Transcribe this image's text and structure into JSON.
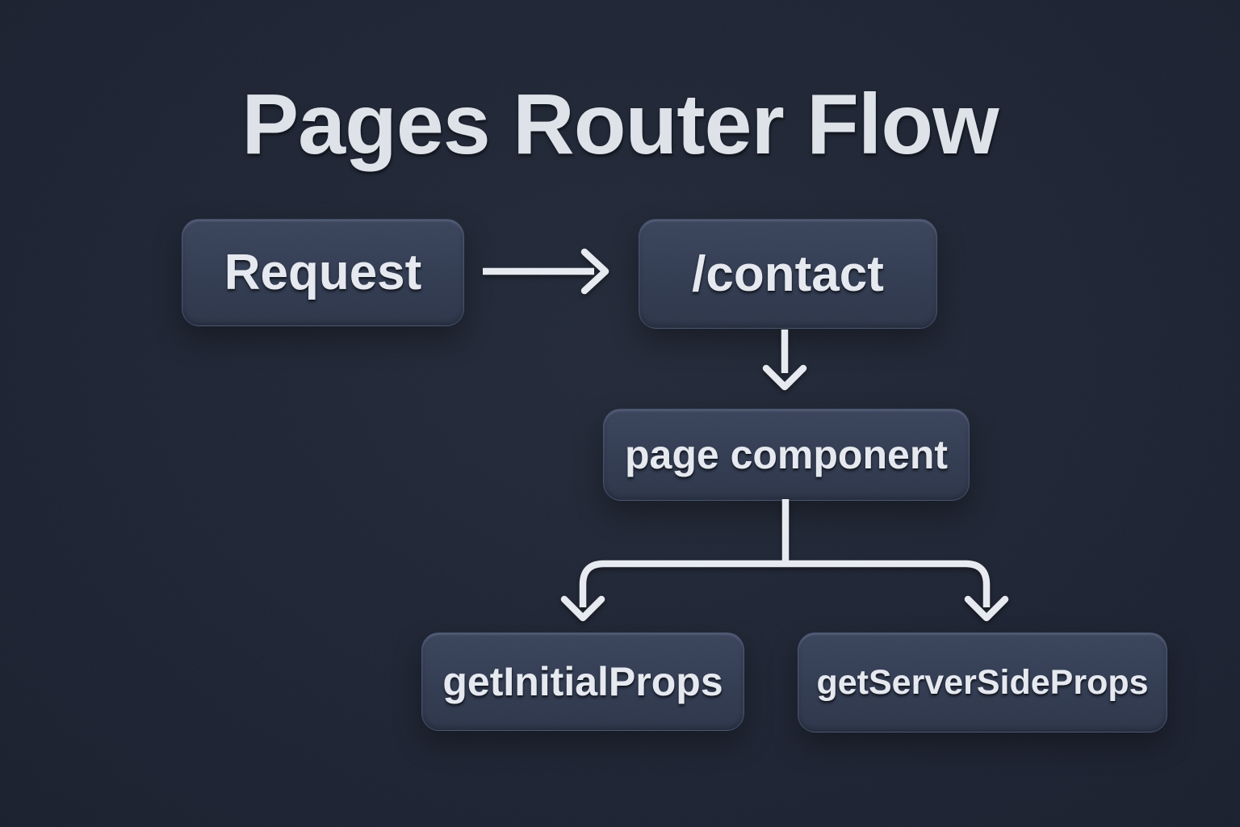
{
  "title": "Pages Router Flow",
  "diagram": {
    "nodes": [
      {
        "id": "request",
        "label": "Request"
      },
      {
        "id": "contact",
        "label": "/contact"
      },
      {
        "id": "page_component",
        "label": "page component"
      },
      {
        "id": "get_initial_props",
        "label": "getInitialProps"
      },
      {
        "id": "get_server_side_props",
        "label": "getServerSideProps"
      }
    ],
    "edges": [
      {
        "from": "request",
        "to": "contact",
        "direction": "right"
      },
      {
        "from": "contact",
        "to": "page_component",
        "direction": "down"
      },
      {
        "from": "page_component",
        "to": "get_initial_props",
        "direction": "branch-down-left"
      },
      {
        "from": "page_component",
        "to": "get_server_side_props",
        "direction": "branch-down-right"
      }
    ],
    "colors": {
      "background_center": "#222938",
      "background_edge": "#131824",
      "node_fill": "#323c52",
      "node_border": "#74849a",
      "text": "#e7eaf1",
      "arrow": "#e8ebf1"
    }
  }
}
